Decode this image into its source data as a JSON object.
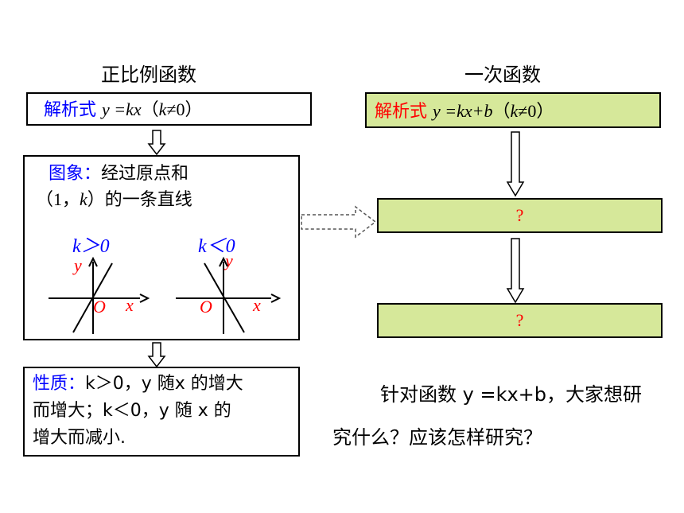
{
  "left": {
    "heading": "正比例函数",
    "formula": {
      "label": "解析式",
      "expr": "y =kx",
      "cond_open": "（",
      "cond_var": "k",
      "cond_rest": "≠0）"
    },
    "graph": {
      "title_label": "图象：",
      "title_rest": "经过原点和",
      "line2_open": "（1，",
      "line2_var": "k",
      "line2_rest": "）的一条直线",
      "pos_label": "k＞0",
      "neg_label": "k＜0",
      "axis_y": "y",
      "axis_x": "x",
      "origin": "O"
    },
    "property": {
      "label": "性质：",
      "line1": "k＞0，y 随x 的增大",
      "line2": "而增大；k＜0，y 随 x 的",
      "line3": "增大而减小."
    }
  },
  "right": {
    "heading": "一次函数",
    "formula": {
      "label": "解析式",
      "expr": "y =kx+b",
      "cond_open": "（",
      "cond_var": "k",
      "cond_rest": "≠0）"
    },
    "unknown1": "?",
    "unknown2": "?"
  },
  "question": {
    "line1": "针对函数 y =kx+b，大家想研",
    "line2": "究什么？应该怎样研究？"
  },
  "colors": {
    "green_box": "#d6e89a",
    "blue_text": "#0000ff",
    "red_text": "#ff0000"
  }
}
